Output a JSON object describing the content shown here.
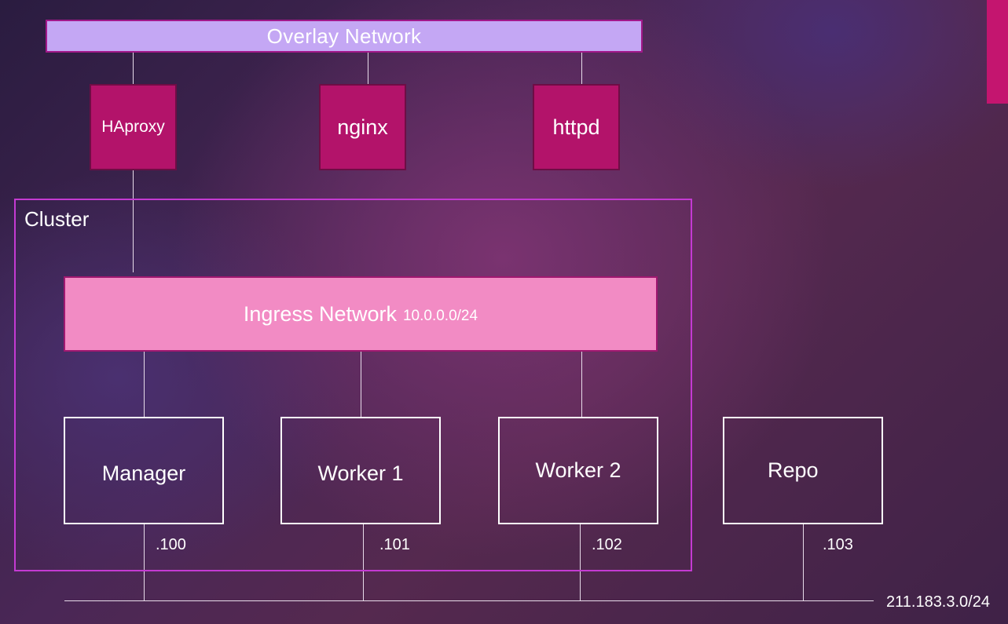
{
  "overlay_network": {
    "label": "Overlay Network"
  },
  "services": [
    {
      "label": "HAproxy"
    },
    {
      "label": "nginx"
    },
    {
      "label": "httpd"
    }
  ],
  "cluster": {
    "label": "Cluster"
  },
  "ingress_network": {
    "label": "Ingress Network",
    "subnet": "10.0.0.0/24"
  },
  "nodes": [
    {
      "label": "Manager",
      "ip": ".100"
    },
    {
      "label": "Worker 1",
      "ip": ".101"
    },
    {
      "label": "Worker 2",
      "ip": ".102"
    },
    {
      "label": "Repo",
      "ip": ".103"
    }
  ],
  "physical_network": {
    "subnet": "211.183.3.0/24"
  },
  "colors": {
    "overlay": "#c4a7f4",
    "service": "#b3136a",
    "ingress": "#f28bc4",
    "cluster_border": "#c43ad2",
    "accent": "#c4156f"
  }
}
